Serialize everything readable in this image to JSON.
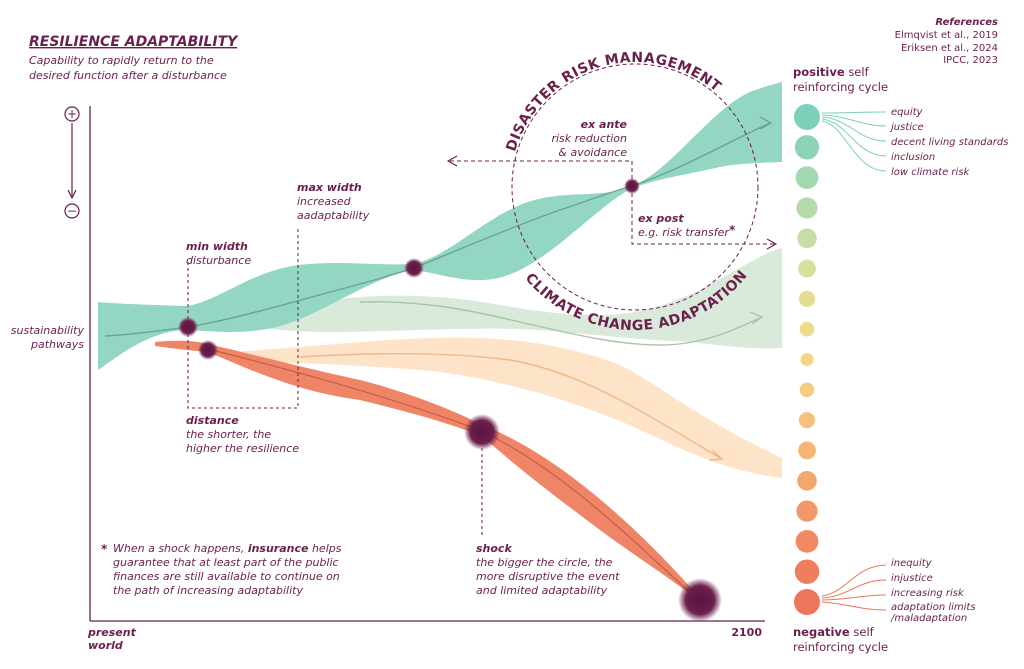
{
  "header": {
    "title": "RESILIENCE ADAPTABILITY",
    "subtitle_line1": "Capability to rapidly return to the",
    "subtitle_line2": "desired function after a disturbance"
  },
  "references": {
    "heading": "References",
    "items": [
      "Elmqvist et al., 2019",
      "Eriksen et al., 2024",
      "IPCC, 2023"
    ]
  },
  "axis": {
    "plus": "+",
    "minus": "−",
    "y_label_line1": "sustainability",
    "y_label_line2": "pathways",
    "x_start_line1": "present",
    "x_start_line2": "world",
    "x_end": "2100"
  },
  "circle_labels": {
    "top": "DISASTER RISK MANAGEMENT",
    "bottom": "CLIMATE CHANGE ADAPTATION"
  },
  "annotations": {
    "ex_ante_title": "ex ante",
    "ex_ante_l1": "risk reduction",
    "ex_ante_l2": "& avoidance",
    "ex_post_title": "ex post",
    "ex_post_text": "e.g. risk transfer",
    "ex_post_star": "*",
    "max_width_title": "max width",
    "max_width_l1": "increased",
    "max_width_l2": "aadaptability",
    "min_width_title": "min width",
    "min_width_l1": "disturbance",
    "distance_title": "distance",
    "distance_l1": "the shorter, the",
    "distance_l2": "higher the resilience",
    "shock_title": "shock",
    "shock_l1": "the bigger the circle, the",
    "shock_l2": "more disruptive the event",
    "shock_l3": "and limited adaptability"
  },
  "footnote": {
    "star": "*",
    "l1_pre": "When a shock happens,",
    "l1_bold": "insurance",
    "l1_post": "helps",
    "l2": "guarantee that at least part of the public",
    "l3": "finances are still available to continue on",
    "l4": "the path of increasing adaptability"
  },
  "cycles": {
    "positive_bold": "positive",
    "positive_rest": "self",
    "positive_l2": "reinforcing cycle",
    "positive_items": [
      "equity",
      "justice",
      "decent living standards",
      "inclusion",
      "low climate risk"
    ],
    "negative_bold": "negative",
    "negative_rest": "self",
    "negative_l2": "reinforcing cycle",
    "negative_items": [
      "inequity",
      "injustice",
      "increasing risk",
      "adaptation limits",
      "/maladaptation"
    ]
  },
  "scale_colors": [
    "#7ccfb9",
    "#8fd3b6",
    "#a3d8b0",
    "#b5dbab",
    "#c6dda4",
    "#d6df9d",
    "#e3dd94",
    "#eedb8c",
    "#f3d686",
    "#f5cd80",
    "#f6c27b",
    "#f5b575",
    "#f4a66f",
    "#f29769",
    "#f08a63",
    "#ee7e5e",
    "#ec755b"
  ],
  "colors": {
    "accent": "#6b1f4c",
    "teal": "#8fd4c1",
    "sage": "#d8e9d3",
    "peach": "#fce0bf",
    "coral": "#ee8466"
  }
}
